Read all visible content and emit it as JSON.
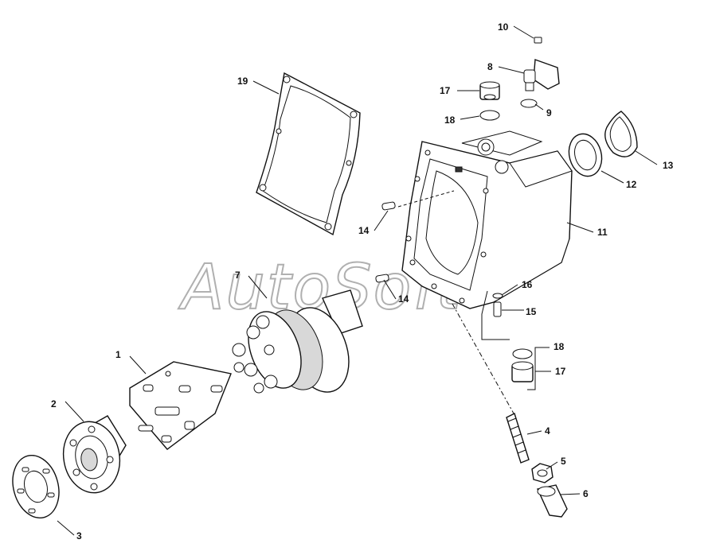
{
  "watermark": "AutoSoft",
  "callouts": [
    "1",
    "2",
    "3",
    "4",
    "5",
    "6",
    "7",
    "8",
    "9",
    "10",
    "11",
    "12",
    "13",
    "14",
    "14",
    "15",
    "16",
    "17",
    "17",
    "18",
    "18",
    "19"
  ]
}
